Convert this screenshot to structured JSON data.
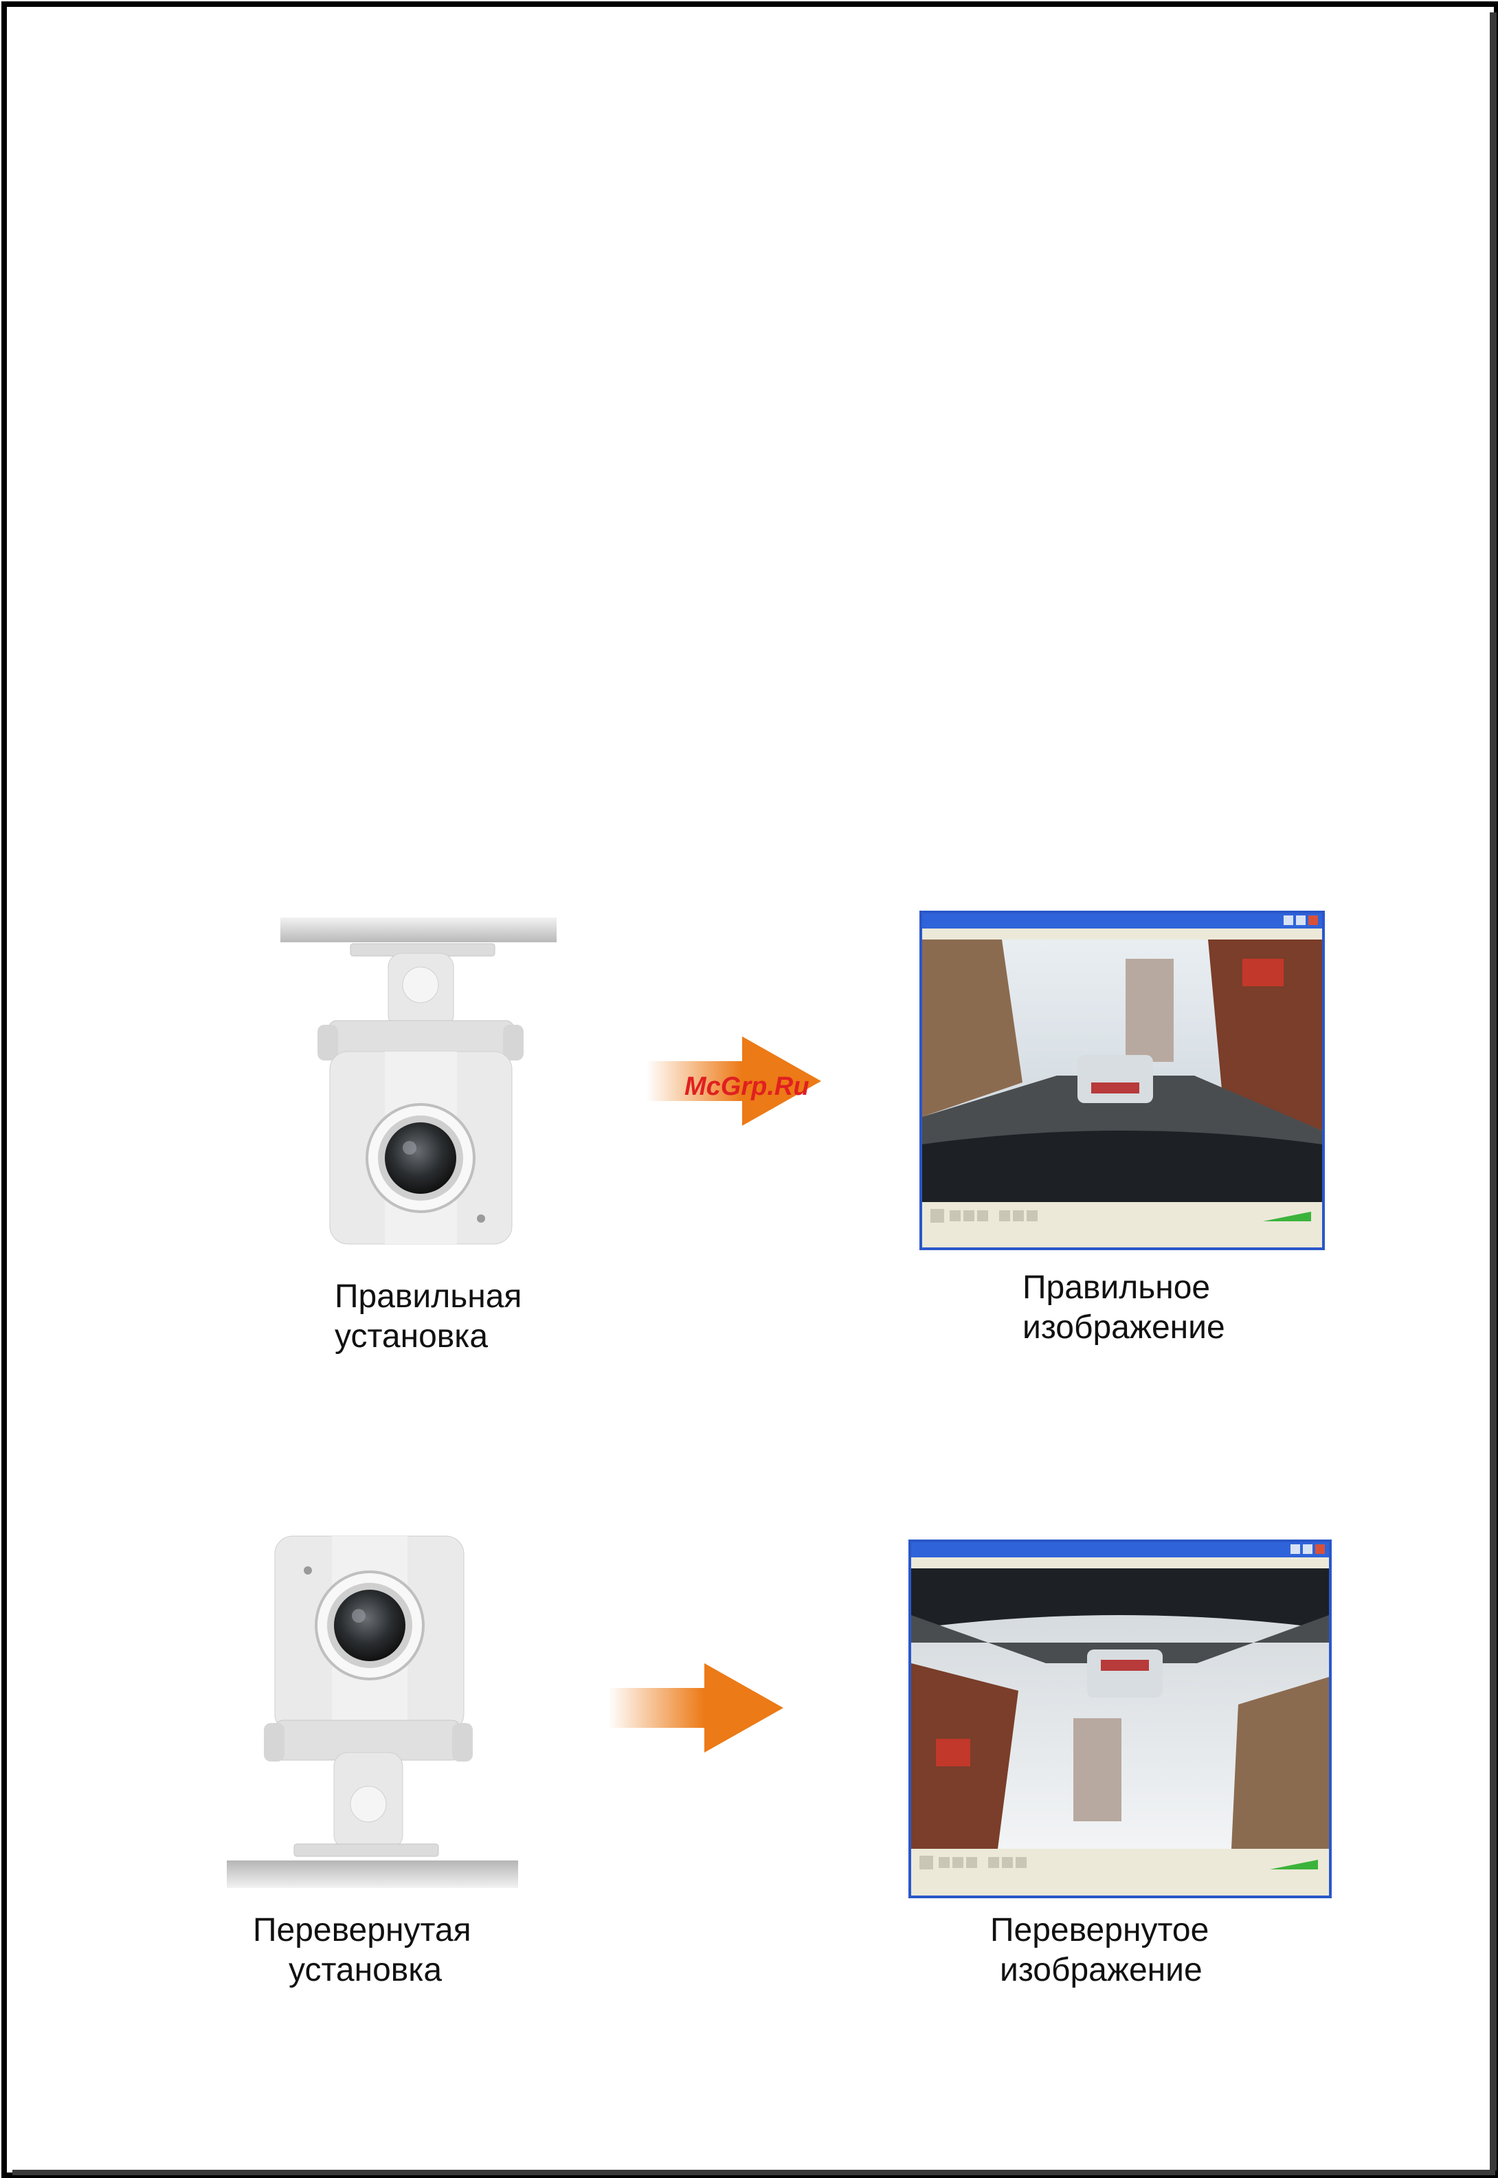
{
  "watermark": "McGrp.Ru",
  "rows": [
    {
      "mount_caption": [
        "Правильная",
        "установка"
      ],
      "image_caption": [
        "Правильное",
        "изображение"
      ],
      "orientation": "normal"
    },
    {
      "mount_caption": [
        "Перевернутая",
        "установка"
      ],
      "image_caption": [
        "Перевернутое",
        "изображение"
      ],
      "orientation": "inverted"
    }
  ],
  "colors": {
    "arrow": "#ec7a16",
    "title_bar": "#2a57c9",
    "camera_body": "#e6e6e6"
  },
  "icons": [
    "dashcam",
    "arrow-right",
    "media-player-window"
  ]
}
